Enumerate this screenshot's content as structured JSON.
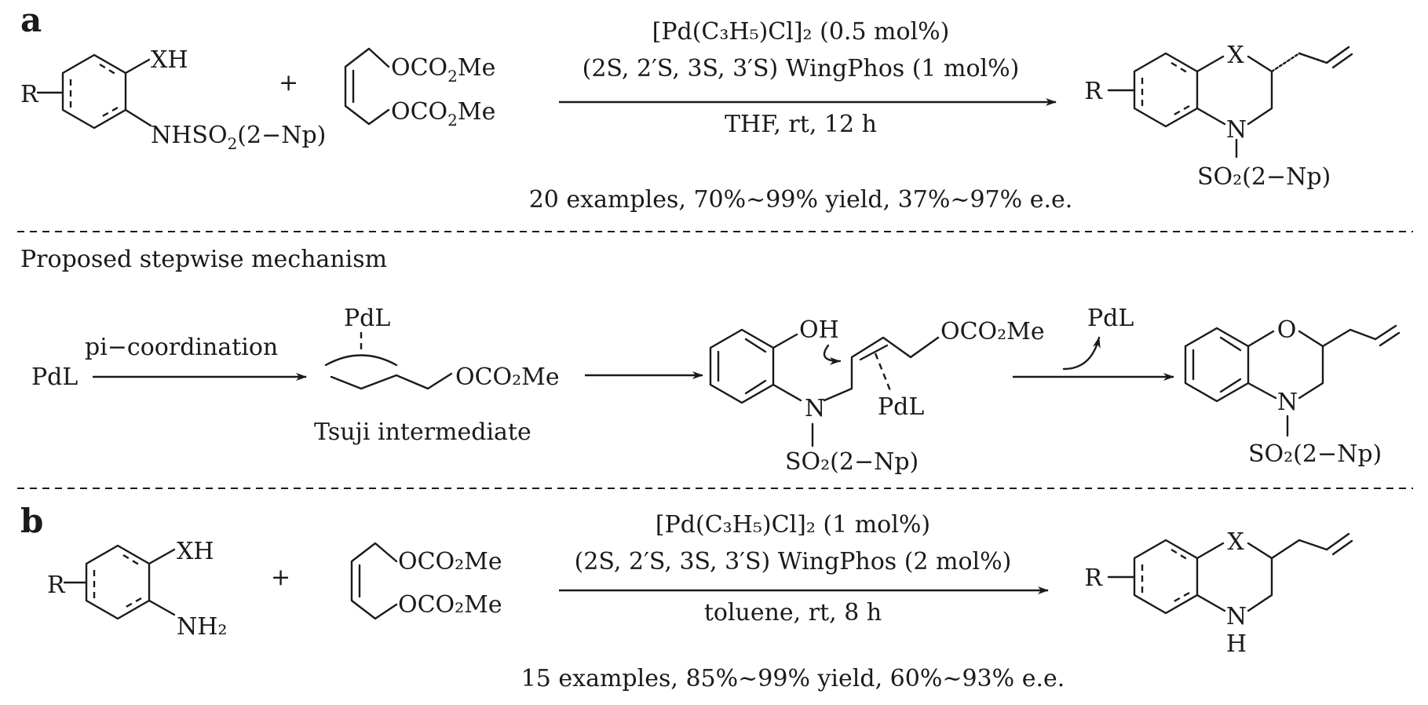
{
  "panel_a": {
    "label": "a",
    "sub_xh": "XH",
    "sub_r": "R",
    "sub_nh": "NHSO",
    "sub_nh_sub": "2",
    "sub_nh_tail": "(2−Np)",
    "plus": "+",
    "reagent_ester1": "OCO",
    "reagent_ester_sub": "2",
    "reagent_ester_tail": "Me",
    "cond_line1": "[Pd(C₃H₅)Cl]₂ (0.5 mol%)",
    "cond_line2": "(2S, 2′S, 3S, 3′S) WingPhos (1 mol%)",
    "cond_line3": "THF, rt, 12 h",
    "prod_x": "X",
    "prod_r": "R",
    "prod_n": "N",
    "prod_so2": "SO₂(2−Np)",
    "summary": "20 examples, 70%~99% yield, 37%~97% e.e."
  },
  "mechanism": {
    "title": "Proposed stepwise mechanism",
    "pdl_start": "PdL",
    "step1": "pi−coordination",
    "pdl_top": "PdL",
    "ester": "OCO₂Me",
    "tsuji": "Tsuji intermediate",
    "oh": "OH",
    "ester2": "OCO₂Me",
    "n_int": "N",
    "pdl_int": "PdL",
    "so2_int": "SO₂(2−Np)",
    "pdl_release": "PdL",
    "prod_o": "O",
    "prod_n": "N",
    "prod_so2": "SO₂(2−Np)"
  },
  "panel_b": {
    "label": "b",
    "sub_xh": "XH",
    "sub_r": "R",
    "sub_nh2": "NH₂",
    "plus": "+",
    "reagent_ester": "OCO₂Me",
    "cond_line1": "[Pd(C₃H₅)Cl]₂ (1 mol%)",
    "cond_line2": "(2S, 2′S, 3S, 3′S) WingPhos (2 mol%)",
    "cond_line3": "toluene, rt, 8 h",
    "prod_x": "X",
    "prod_r": "R",
    "prod_n": "N",
    "prod_h": "H",
    "summary": "15 examples, 85%~99% yield, 60%~93% e.e."
  }
}
